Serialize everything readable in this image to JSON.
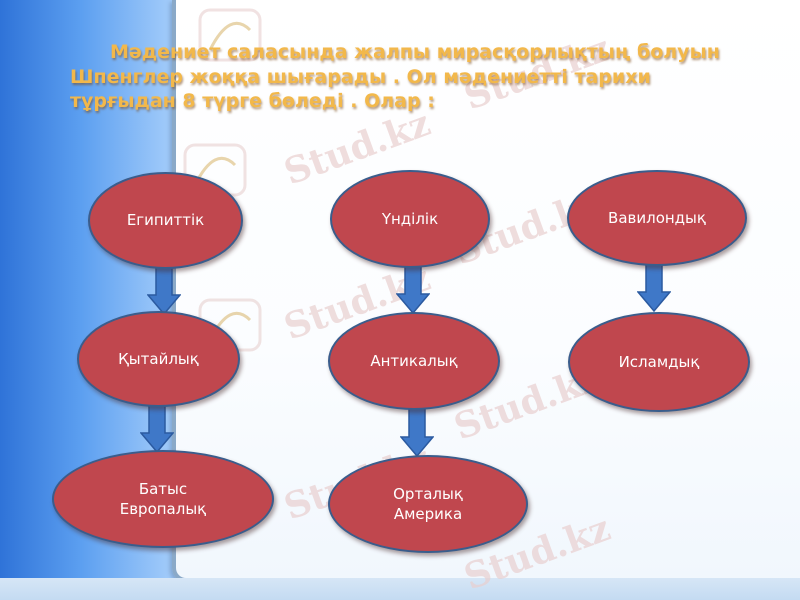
{
  "slide": {
    "title": "Мәдениет саласында жалпы  мирасқорлықтың болуын Шпенглер    жоққа  шығарады . Ол  мәдениетті  тарихи  тұрғыдан  8 түрге  бөледі . Олар :",
    "watermark_text": "Stud.kz"
  },
  "nodes": {
    "egyptian": "Египиттік",
    "indian": "Үнділік",
    "babylonian": "Вавилондық",
    "chinese": "Қытайлық",
    "antique": "Антикалық",
    "islamic": "Исламдық",
    "western_european": "Батыс\nЕвропалық",
    "central_american": "Орталық\nАмерика"
  },
  "colors": {
    "node_fill": "#c0474e",
    "node_border": "#3a5d8c",
    "arrow_fill": "#3f78c8",
    "title_color": "#f2b84b"
  }
}
